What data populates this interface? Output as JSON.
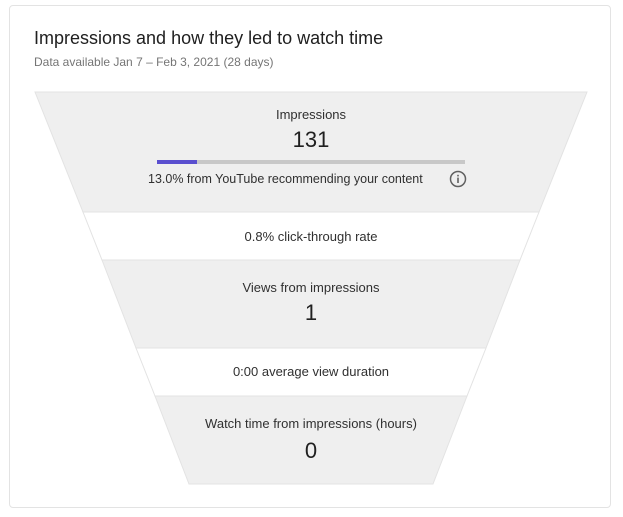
{
  "card": {
    "title": "Impressions and how they led to watch time",
    "subtitle": "Data available Jan 7 – Feb 3, 2021 (28 days)"
  },
  "funnel": {
    "impressions": {
      "label": "Impressions",
      "value": "131",
      "recommended_fraction": 0.13,
      "recommended_note": "13.0% from YouTube recommending your content",
      "info_icon": "info-icon"
    },
    "click_through": {
      "label": "0.8% click-through rate"
    },
    "views": {
      "label": "Views from impressions",
      "value": "1"
    },
    "avg_view_duration": {
      "label": "0:00 average view duration"
    },
    "watch_time": {
      "label": "Watch time from impressions (hours)",
      "value": "0"
    }
  },
  "colors": {
    "stage_fill": "#efefef",
    "stage_border": "#e0e0e0",
    "progress_fill": "#5a4fcf",
    "progress_track": "#c8c8c8"
  }
}
